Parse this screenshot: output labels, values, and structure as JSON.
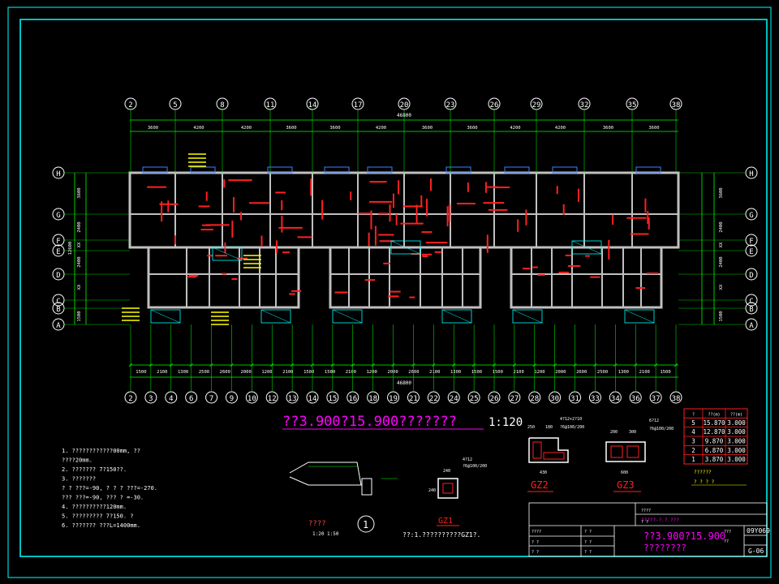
{
  "drawing": {
    "title": "??3.900?15.900???????",
    "scale": "1:120",
    "top_axes": [
      "2",
      "5",
      "8",
      "11",
      "14",
      "17",
      "20",
      "23",
      "26",
      "29",
      "32",
      "35",
      "38"
    ],
    "bottom_axes": [
      "2",
      "3",
      "4",
      "6",
      "7",
      "9",
      "10",
      "12",
      "13",
      "14",
      "15",
      "16",
      "18",
      "19",
      "21",
      "22",
      "24",
      "25",
      "26",
      "27",
      "28",
      "30",
      "31",
      "33",
      "34",
      "36",
      "37",
      "38"
    ],
    "left_axes": [
      "H",
      "G",
      "F",
      "E",
      "D",
      "C",
      "B",
      "A"
    ],
    "top_dims": [
      "3600",
      "4200",
      "4200",
      "3600",
      "3600",
      "4200",
      "3600",
      "3600",
      "4200",
      "4200",
      "3600",
      "3600"
    ],
    "top_total": "46800",
    "bottom_dims": [
      "1500",
      "2100",
      "1300",
      "2500",
      "2600",
      "2000",
      "1200",
      "2100",
      "1500",
      "1500",
      "2100",
      "1200",
      "2000",
      "2600",
      "2100",
      "1300",
      "1500",
      "1500",
      "2100",
      "1200",
      "2000",
      "2600",
      "2500",
      "1300",
      "2100",
      "1500"
    ],
    "bottom_total": "46800",
    "left_dims": [
      "3600",
      "2400",
      "XX",
      "2400",
      "XX",
      "1500"
    ],
    "left_total": "12600",
    "right_dims": [
      "3600",
      "2400",
      "XX",
      "2400",
      "XX",
      "1500"
    ]
  },
  "level_table": {
    "headers": [
      "?",
      "??(m)",
      "??(m)"
    ],
    "rows": [
      [
        "5",
        "15.870",
        "3.000"
      ],
      [
        "4",
        "12.870",
        "3.000"
      ],
      [
        "3",
        "9.870",
        "3.000"
      ],
      [
        "2",
        "6.870",
        "3.000"
      ],
      [
        "1",
        "3.870",
        "3.000"
      ]
    ]
  },
  "notes": [
    "1. ????????????00mm, ??",
    "   ????20mm.",
    "2. ??????? 7?150??.",
    "3. ???????",
    "   ?   ? ???=-90,  ? ? ? ???=-270.",
    "   ??? ???=-90,  ??? ? =-30.",
    "4. ??????????120mm.",
    "5. ????????? 7?150.    ?",
    "6. ??????? ???L=1400mm."
  ],
  "details": {
    "gz1": "GZ1",
    "gz2": "GZ2",
    "gz3": "GZ3",
    "gz1_note": "??:1.??????????GZ1?.",
    "section_label": "????",
    "section_scale": "1:20  1:50",
    "detail_number": "1",
    "gz2_dims": [
      "250",
      "180",
      "430"
    ],
    "gz3_dims": [
      "200",
      "300",
      "600"
    ],
    "gz1_dims": [
      "240",
      "240"
    ],
    "gz2_bars": [
      "4?12+2?10",
      "?6@100/200"
    ],
    "gz3_bars": [
      "6?12",
      "?6@100/200"
    ],
    "gz1_bars": [
      "4?12",
      "?6@100/200"
    ],
    "table_caption": "??????",
    "table_sub": "? ? ? ?"
  },
  "title_block": {
    "project": "?????-?.?.???",
    "drawing_name": "??3.900?15.900",
    "drawing_name2": "????????",
    "code": "09Y069",
    "sheet": "G-06",
    "row_labels": [
      "????",
      "?  ?",
      "?  ?",
      "?  ?",
      "?  ?",
      "???",
      "??"
    ]
  }
}
